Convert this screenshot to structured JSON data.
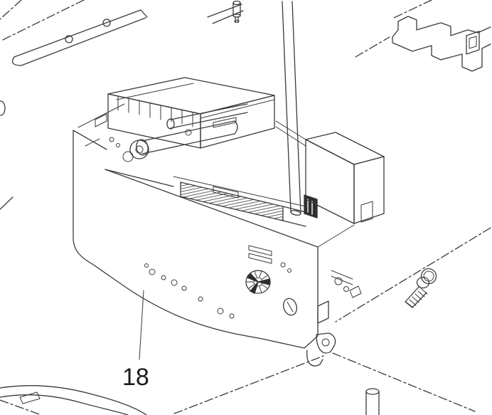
{
  "diagram": {
    "type": "exploded-parts-diagram",
    "background": "#ffffff",
    "line_color": "#3a3a3a",
    "callout": {
      "number": "18"
    },
    "parts": [
      {
        "name": "main-frame-assembly",
        "callout": "18"
      },
      {
        "name": "mounting-screw"
      },
      {
        "name": "drive-shaft"
      },
      {
        "name": "top-right-bracket"
      },
      {
        "name": "top-left-rail"
      },
      {
        "name": "bottom-left-assembly"
      }
    ]
  }
}
